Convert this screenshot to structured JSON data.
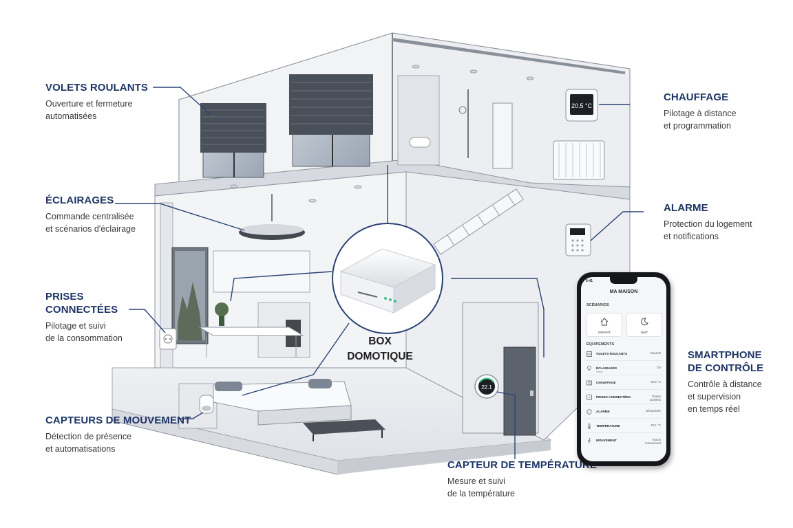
{
  "labels": {
    "volets": {
      "title": "VOLETS ROULANTS",
      "desc1": "Ouverture et fermeture",
      "desc2": "automatisées"
    },
    "eclairages": {
      "title": "ÉCLAIRAGES",
      "desc1": "Commande centralisée",
      "desc2": "et scénarios d'éclairage"
    },
    "prises": {
      "title1": "PRISES",
      "title2": "CONNECTÉES",
      "desc1": "Pilotage et suivi",
      "desc2": "de la consommation"
    },
    "capteurs_mouvement": {
      "title": "CAPTEURS DE MOUVEMENT",
      "desc1": "Détection de présence",
      "desc2": "et automatisations"
    },
    "capteur_temperature": {
      "title": "CAPTEUR DE TEMPÉRATURE",
      "desc1": "Mesure et suivi",
      "desc2": "de la température"
    },
    "chauffage": {
      "title": "CHAUFFAGE",
      "desc1": "Pilotage à distance",
      "desc2": "et programmation"
    },
    "alarme": {
      "title": "ALARME",
      "desc1": "Protection du logement",
      "desc2": "et notifications"
    },
    "smartphone": {
      "title1": "SMARTPHONE",
      "title2": "DE CONTRÔLE",
      "desc1": "Contrôle à distance",
      "desc2": "et supervision",
      "desc3": "en temps réel"
    }
  },
  "center": {
    "line1": "BOX",
    "line2": "DOMOTIQUE"
  },
  "thermostat_value": "20.5 °C",
  "temp_sensor_value": "22.1",
  "phone": {
    "time": "9:41",
    "title": "MA MAISON",
    "scenarios_label": "SCÉNARIOS",
    "scenario_depart": "DÉPART",
    "scenario_nuit": "NUIT",
    "equipements_label": "ÉQUIPEMENTS",
    "rows": [
      {
        "name": "VOLETS ROULANTS",
        "sub": "",
        "status": "Ouverts",
        "icon": "shutter-icon"
      },
      {
        "name": "ÉCLAIRAGES",
        "sub": "Salon",
        "status": "On",
        "icon": "bulb-icon"
      },
      {
        "name": "CHAUFFAGE",
        "sub": "",
        "status": "20,5 °C",
        "icon": "radiator-icon"
      },
      {
        "name": "PRISES CONNECTÉES",
        "sub": "",
        "status": "Toutes activées",
        "icon": "plug-icon"
      },
      {
        "name": "ALARME",
        "sub": "",
        "status": "Désactivée",
        "icon": "shield-icon"
      },
      {
        "name": "TEMPÉRATURE",
        "sub": "",
        "status": "22,1 °C",
        "icon": "thermometer-icon"
      },
      {
        "name": "MOUVEMENT",
        "sub": "",
        "status": "Aucun mouvement",
        "icon": "motion-icon"
      }
    ]
  },
  "colors": {
    "accent": "#1e3566",
    "line": "#2b4275",
    "text": "#3a3a3a"
  }
}
